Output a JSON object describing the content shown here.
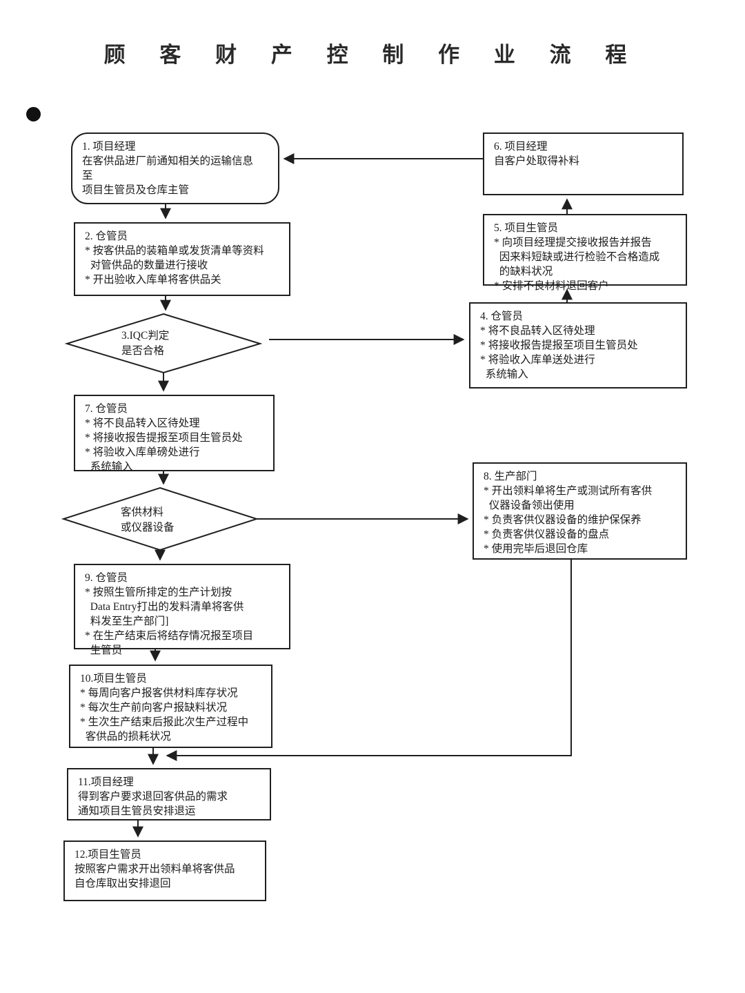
{
  "page": {
    "title": "顾 客 财 产 控 制 作 业 流 程"
  },
  "nodes": {
    "n1": "1. 项目经理\n在客供品进厂前通知相关的运输信息\n至\n项目生管员及仓库主管",
    "n2": "2. 仓管员\n* 按客供品的装箱单或发货清单等资料\n  对管供品的数量进行接收\n* 开出验收入库单将客供品关",
    "n3": "3.IQC判定\n是否合格",
    "n4": "4. 仓管员\n* 将不良品转入区待处理\n* 将接收报告提报至项目生管员处\n* 将验收入库单送处进行\n  系统输入",
    "n5": "5. 项目生管员\n* 向项目经理提交接收报告并报告\n  因来料短缺或进行检验不合格造成\n  的缺料状况\n* 安排不良材料退回客户",
    "n6": "6. 项目经理\n自客户处取得补料",
    "n7": "7. 仓管员\n* 将不良品转入区待处理\n* 将接收报告提报至项目生管员处\n* 将验收入库单磅处进行\n  系统输入",
    "nd2": "客供材料\n或仪器设备",
    "n8": "8. 生产部门\n* 开出领料单将生产或测试所有客供\n  仪器设备领出使用\n* 负责客供仪器设备的维护保保养\n* 负责客供仪器设备的盘点\n* 使用完毕后退回仓库",
    "n9": "9. 仓管员\n* 按照生管所排定的生产计划按\n  Data Entry打出的发料清单将客供\n  料发至生产部门]\n* 在生产结束后将结存情况报至项目\n  生管员",
    "n10": "10.项目生管员\n* 每周向客户报客供材料库存状况\n* 每次生产前向客户报缺料状况\n* 生次生产结束后报此次生产过程中\n  客供品的损耗状况",
    "n11": "11.项目经理\n得到客户要求退回客供品的需求\n通知项目生管员安排退运",
    "n12": "12.项目生管员\n按照客户需求开出领料单将客供品\n自仓库取出安排退回"
  },
  "colors": {
    "line": "#1f1f1f",
    "background": "#ffffff",
    "text": "#1c1c1c"
  }
}
